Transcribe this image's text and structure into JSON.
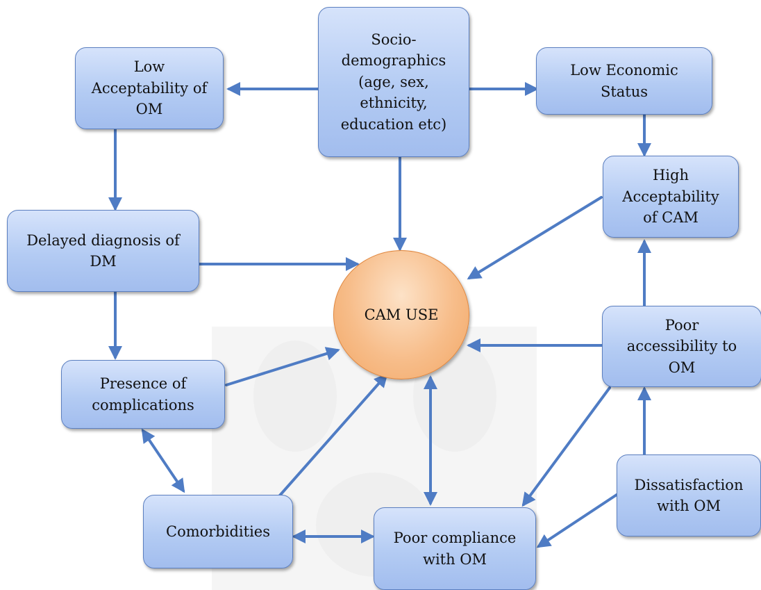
{
  "diagram": {
    "center": "CAM USE",
    "nodes": {
      "sociodemographics": "Socio-\ndemographics\n(age, sex,\nethnicity,\neducation etc)",
      "low_acceptability_om": "Low\nAcceptability of\nOM",
      "low_economic_status": "Low Economic\nStatus",
      "high_acceptability_cam": "High\nAcceptability\nof CAM",
      "delayed_diagnosis": "Delayed diagnosis of\nDM",
      "poor_accessibility": "Poor\naccessibility to\nOM",
      "presence_complications": "Presence of\ncomplications",
      "dissatisfaction_om": "Dissatisfaction\nwith OM",
      "comorbidities": "Comorbidities",
      "poor_compliance": "Poor compliance\nwith OM"
    },
    "colors": {
      "box_fill": "#b3cbf3",
      "box_border": "#5b7fc0",
      "arrow": "#4f7cc4",
      "center_fill": "#f7bd8a",
      "center_border": "#e0873f"
    }
  }
}
